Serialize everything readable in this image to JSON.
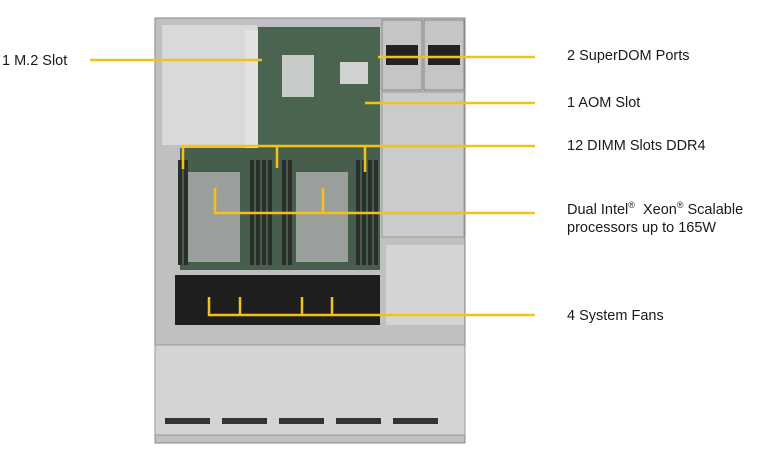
{
  "labels": {
    "m2": "1 M.2 Slot",
    "superdom": "2 SuperDOM Ports",
    "aom": "1 AOM Slot",
    "dimm": "12 DIMM Slots DDR4",
    "cpu_line1_a": "Dual Intel",
    "cpu_line1_reg": "®",
    "cpu_line1_b": "Xeon",
    "cpu_line1_reg2": "®",
    "cpu_line1_c": "Scalable",
    "cpu_line2": "processors up to 165W",
    "fans": "4 System Fans"
  },
  "colors": {
    "callout": "#f2c21b",
    "chassis": "#c9cacb",
    "board": "#3f5a45"
  }
}
